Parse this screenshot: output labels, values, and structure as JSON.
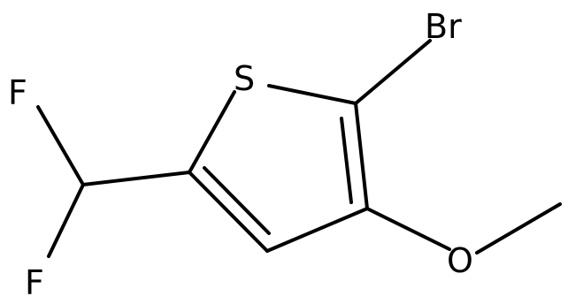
{
  "molecule": {
    "atoms": {
      "sulfur": "S",
      "bromine": "Br",
      "fluorine_top": "F",
      "fluorine_bottom": "F",
      "oxygen": "O"
    }
  }
}
